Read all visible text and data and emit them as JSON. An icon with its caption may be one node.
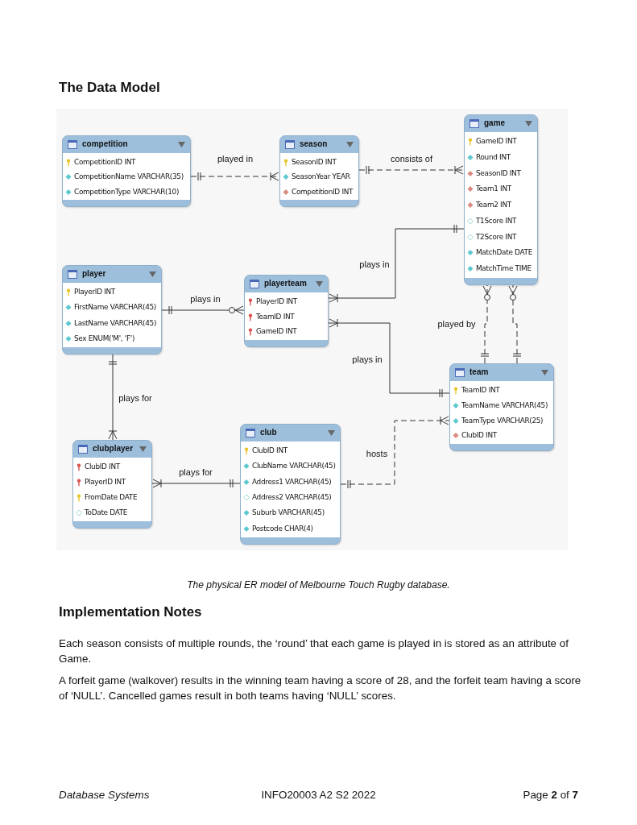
{
  "diagram": {
    "title": "The Data Model",
    "caption": "The physical ER model of Melbourne Touch Rugby database.",
    "nodes": [
      {
        "text": [
          "competition",
          "CompetitionID INT",
          "CompetitionName VARCHAR(35)",
          "CompetitionType VARCHAR(10)"
        ]
      },
      {
        "text": [
          "season",
          "SeasonID INT",
          "SeasonYear YEAR",
          "CompetitionID INT"
        ]
      },
      {
        "text": [
          "game",
          "GameID INT",
          "Round INT",
          "SeasonID INT",
          "Team1 INT",
          "Team2 INT",
          "T1Score INT",
          "T2Score INT",
          "MatchDate DATE",
          "MatchTime TIME"
        ]
      },
      {
        "text": [
          "player",
          "PlayerID INT",
          "FirstName VARCHAR(45)",
          "LastName VARCHAR(45)",
          "Sex ENUM('M', 'F')"
        ]
      },
      {
        "text": [
          "playerteam",
          "PlayerID INT",
          "TeamID INT",
          "GameID INT"
        ]
      },
      {
        "text": [
          "team",
          "TeamID INT",
          "TeamName VARCHAR(45)",
          "TeamType VARCHAR(25)",
          "ClubID INT"
        ]
      },
      {
        "text": [
          "clubplayer",
          "ClubID INT",
          "PlayerID INT",
          "FromDate DATE",
          "ToDate DATE"
        ]
      },
      {
        "text": [
          "club",
          "ClubID INT",
          "ClubName VARCHAR(45)",
          "Address1 VARCHAR(45)",
          "Address2 VARCHAR(45)",
          "Suburb VARCHAR(45)",
          "Postcode CHAR(4)"
        ]
      }
    ],
    "edges": [
      {
        "from": 0,
        "to": 1,
        "arrow": "other",
        "label": "played in",
        "style": "dashed"
      },
      {
        "from": 1,
        "to": 2,
        "arrow": "other",
        "label": "consists of",
        "style": "dashed"
      },
      {
        "from": 2,
        "to": 4,
        "arrow": "other",
        "label": "plays in"
      },
      {
        "from": 3,
        "to": 4,
        "arrow": "other",
        "label": "plays in"
      },
      {
        "from": 5,
        "to": 4,
        "arrow": "other",
        "label": "plays in"
      },
      {
        "from": 5,
        "to": 2,
        "arrow": "other",
        "label": "played by",
        "style": "dashed"
      },
      {
        "from": 5,
        "to": 2,
        "arrow": "other",
        "style": "dashed"
      },
      {
        "from": 3,
        "to": 6,
        "arrow": "other",
        "label": "plays for"
      },
      {
        "from": 7,
        "to": 6,
        "arrow": "other",
        "label": "plays for"
      },
      {
        "from": 7,
        "to": 5,
        "arrow": "other",
        "label": "hosts",
        "style": "dashed"
      }
    ],
    "labels": [
      "Implementation Notes",
      "Each season consists of multiple rounds, the ‘round’ that each game is played in is stored as an attribute of Game.",
      "A forfeit game (walkover) results in the winning team having a score of 28, and the forfeit team having a score of ‘NULL’. Cancelled games result in both teams having ‘NULL’ scores.",
      "Database Systems",
      "INFO20003 A2 S2 2022",
      "Page **2** of **7**"
    ]
  }
}
